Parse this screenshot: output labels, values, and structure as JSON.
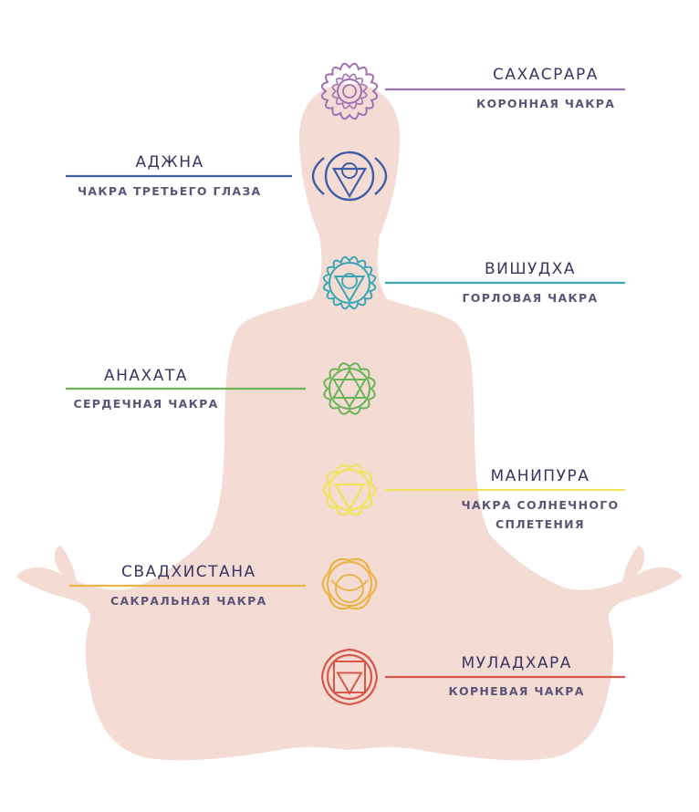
{
  "chakras": [
    {
      "key": "sahasrara",
      "name": "САХАСРАРА",
      "sub": [
        "КОРОННАЯ ЧАКРА"
      ],
      "color": "#a070b4",
      "icon": "crown-chakra-icon"
    },
    {
      "key": "ajna",
      "name": "АДЖНА",
      "sub": [
        "ЧАКРА ТРЕТЬЕГО ГЛАЗА"
      ],
      "color": "#3f5ea8",
      "icon": "third-eye-chakra-icon"
    },
    {
      "key": "vishuddha",
      "name": "ВИШУДХА",
      "sub": [
        "ГОРЛОВАЯ ЧАКРА"
      ],
      "color": "#3aa6b4",
      "icon": "throat-chakra-icon"
    },
    {
      "key": "anahata",
      "name": "АНАХАТА",
      "sub": [
        "СЕРДЕЧНАЯ ЧАКРА"
      ],
      "color": "#6ab357",
      "icon": "heart-chakra-icon"
    },
    {
      "key": "manipura",
      "name": "МАНИПУРА",
      "sub": [
        "ЧАКРА СОЛНЕЧНОГО",
        "СПЛЕТЕНИЯ"
      ],
      "color": "#f1e35a",
      "icon": "solar-plexus-chakra-icon"
    },
    {
      "key": "svadhisthana",
      "name": "СВАДХИСТАНА",
      "sub": [
        "САКРАЛЬНАЯ ЧАКРА"
      ],
      "color": "#ecb347",
      "icon": "sacral-chakra-icon"
    },
    {
      "key": "muladhara",
      "name": "МУЛАДХАРА",
      "sub": [
        "КОРНЕВАЯ ЧАКРА"
      ],
      "color": "#d9574a",
      "icon": "root-chakra-icon"
    }
  ],
  "colors": {
    "silhouette": "#f4dcd4",
    "text": "#3a3560"
  }
}
